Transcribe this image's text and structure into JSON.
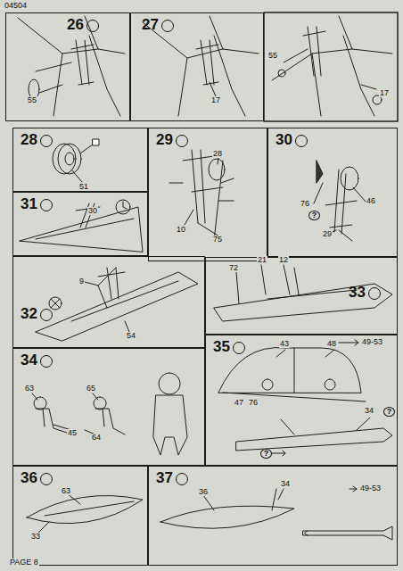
{
  "diagram": {
    "nodes": [
      {
        "text": [
          "26"
        ]
      },
      {
        "text": [
          "27"
        ]
      },
      {
        "text": [
          "28"
        ]
      },
      {
        "text": [
          "29"
        ]
      },
      {
        "text": [
          "30"
        ]
      },
      {
        "text": [
          "31"
        ]
      },
      {
        "text": [
          "32"
        ]
      },
      {
        "text": [
          "33"
        ]
      },
      {
        "text": [
          "34"
        ]
      },
      {
        "text": [
          "35"
        ]
      },
      {
        "text": [
          "36"
        ]
      },
      {
        "text": [
          "37"
        ]
      }
    ],
    "labels": [
      "04504",
      "55",
      "17",
      "55",
      "17",
      "51",
      "28",
      "10",
      "75",
      "46",
      "76",
      "?",
      "29",
      "30",
      "9",
      "54",
      "72",
      "21",
      "12",
      "63",
      "65",
      "45",
      "64",
      "43",
      "48",
      "49-53",
      "47",
      "76",
      "34",
      "?",
      "?",
      "63",
      "33",
      "36",
      "34",
      "49-53",
      "PAGE 8"
    ]
  }
}
